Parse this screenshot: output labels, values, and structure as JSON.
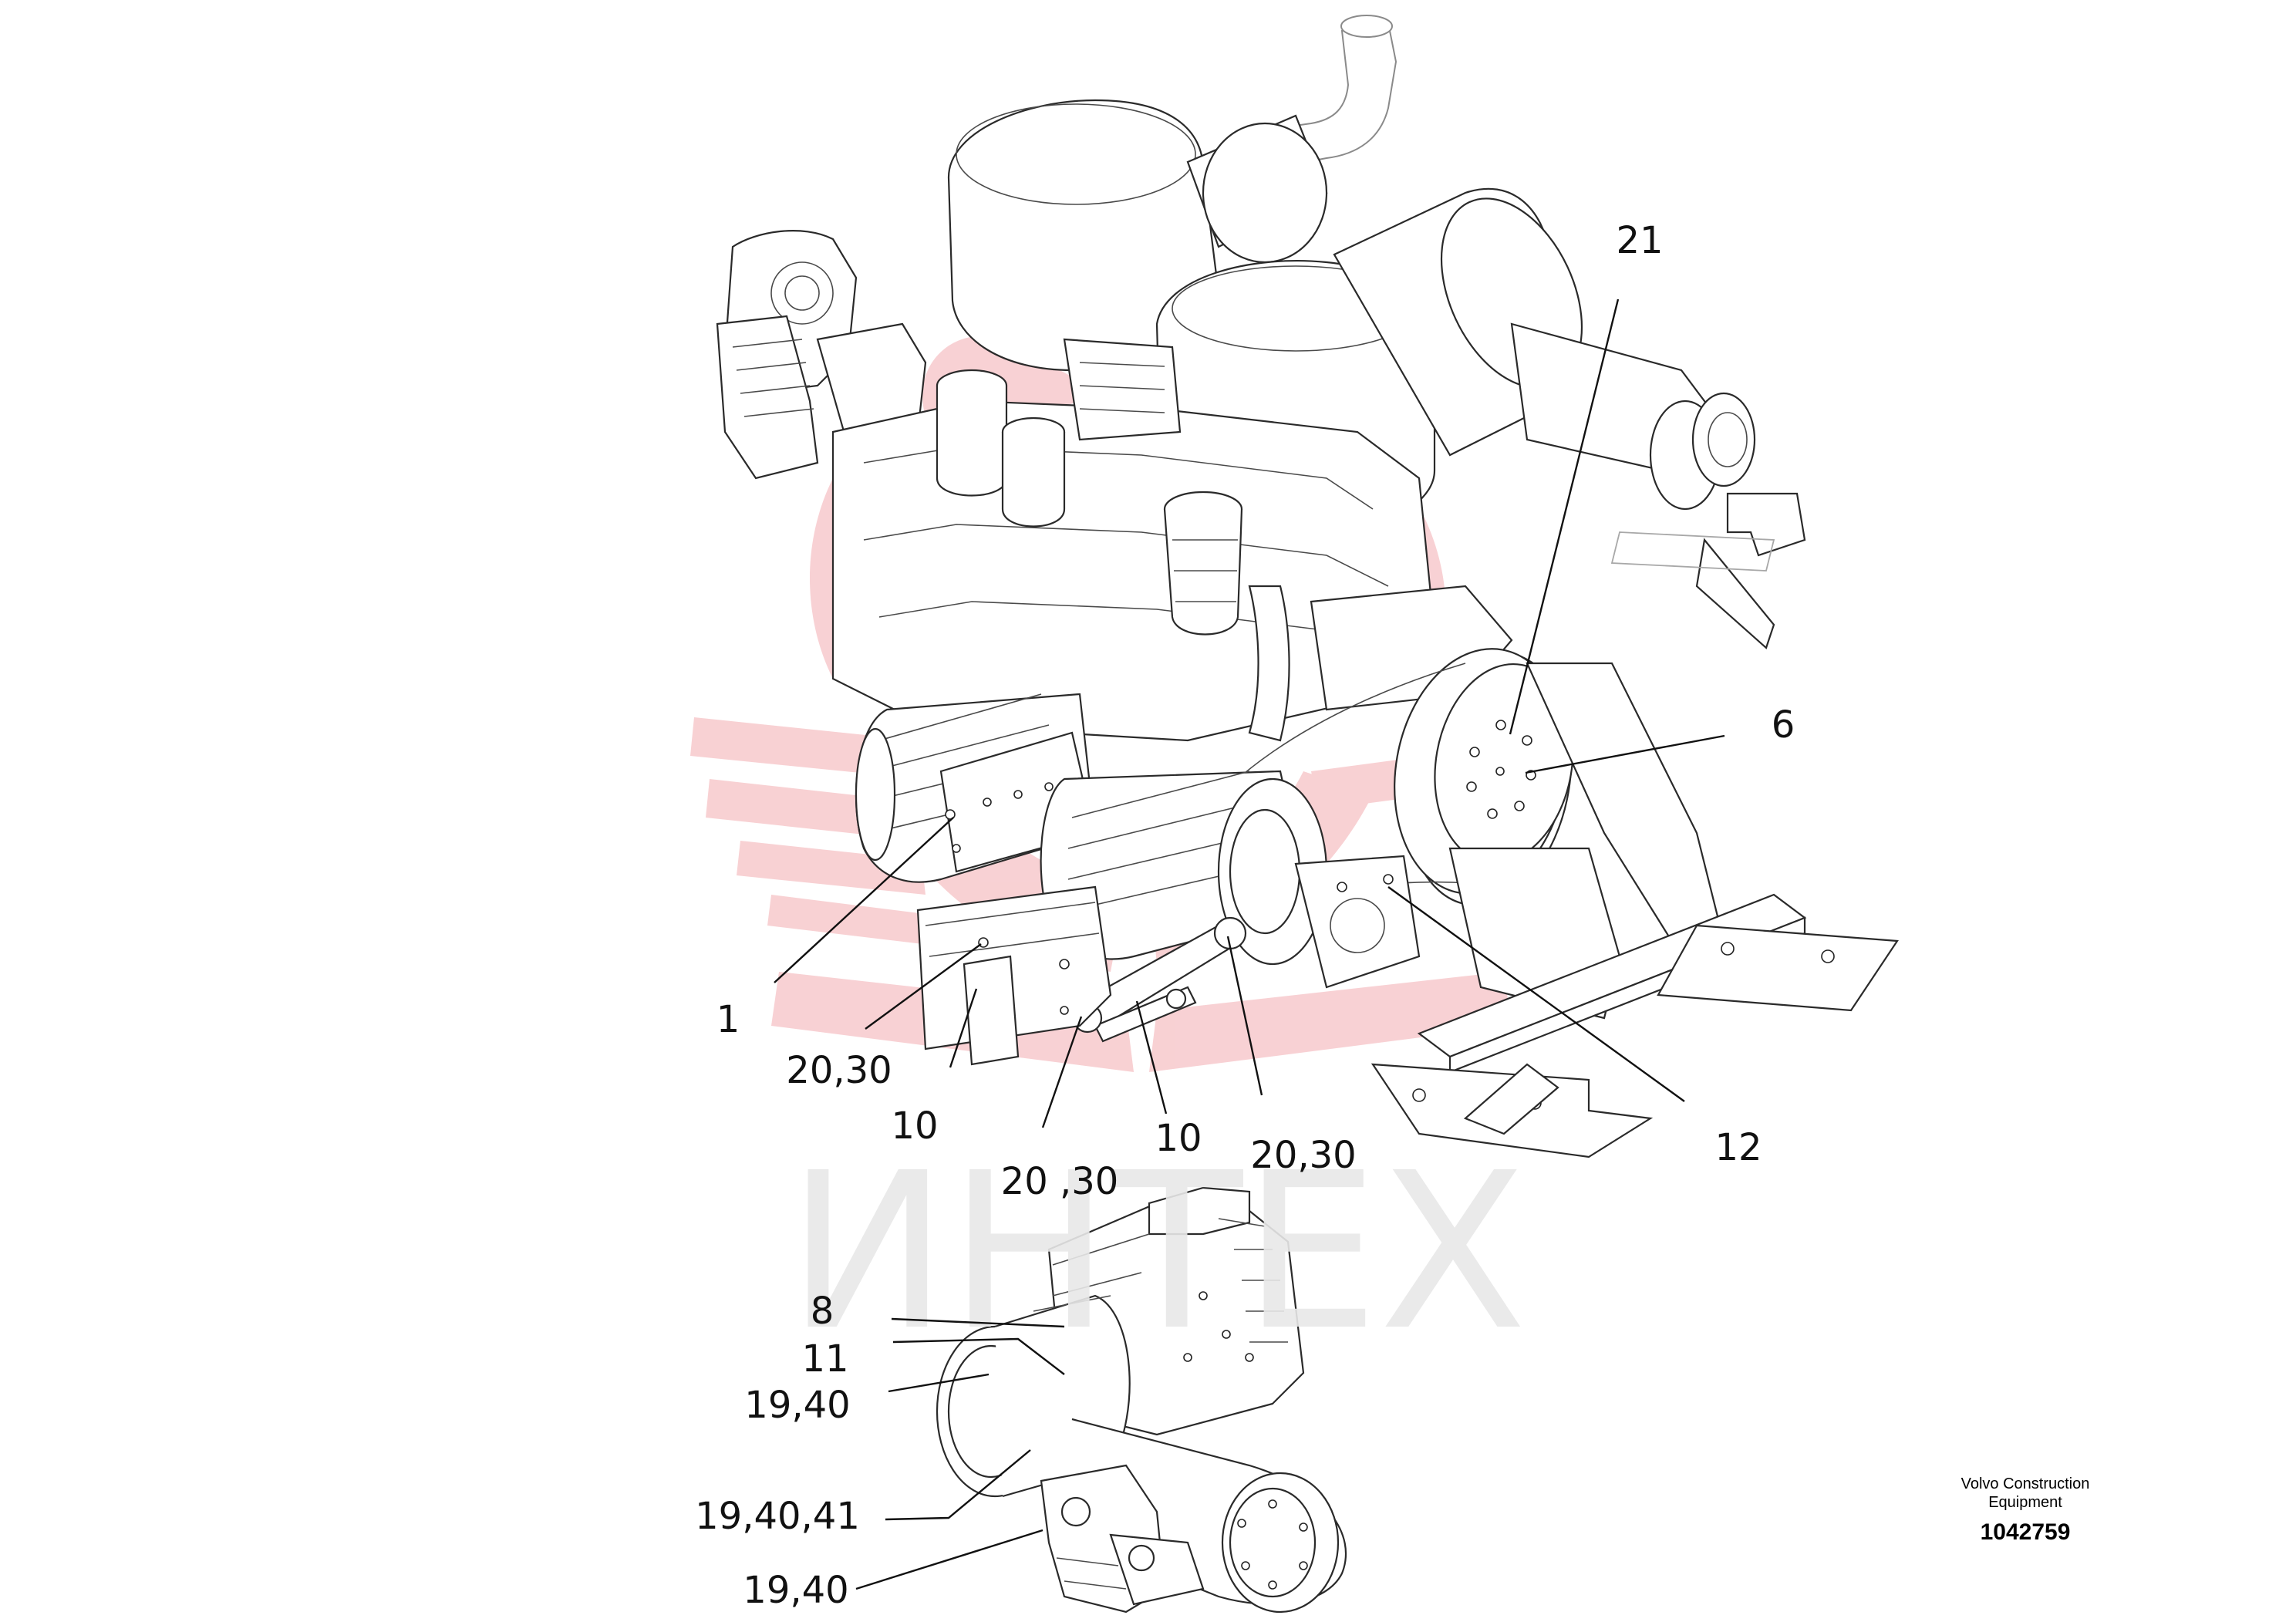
{
  "drawing": {
    "callouts": [
      {
        "id": "c21",
        "text": "21"
      },
      {
        "id": "c6",
        "text": "6"
      },
      {
        "id": "c1",
        "text": "1"
      },
      {
        "id": "c20-30-a",
        "text": "20,30"
      },
      {
        "id": "c10-a",
        "text": "10"
      },
      {
        "id": "c10-b",
        "text": "10"
      },
      {
        "id": "c20-30-b",
        "text": "20 ,30"
      },
      {
        "id": "c20-30-c",
        "text": "20,30"
      },
      {
        "id": "c12",
        "text": "12"
      },
      {
        "id": "c8",
        "text": "8"
      },
      {
        "id": "c11",
        "text": "11"
      },
      {
        "id": "c19-40-a",
        "text": "19,40"
      },
      {
        "id": "c19-40-41",
        "text": "19,40,41"
      },
      {
        "id": "c19-40-b",
        "text": "19,40"
      }
    ]
  },
  "watermark": {
    "text": "ИНТЕХ",
    "color": "#e8e8e8",
    "logo_color": "#f7c9cc"
  },
  "title_block": {
    "company_line1": "Volvo Construction",
    "company_line2": "Equipment",
    "part_number": "1042759"
  }
}
